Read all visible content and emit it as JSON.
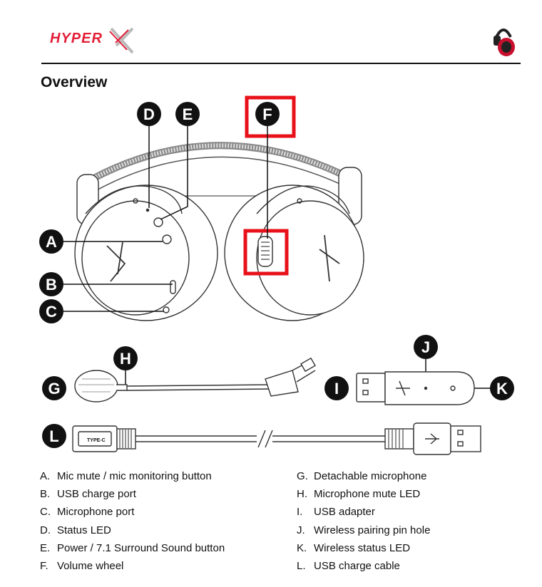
{
  "brand": {
    "logo_text": "HYPERX"
  },
  "page_title": "Overview",
  "callouts": {
    "a": "A",
    "b": "B",
    "c": "C",
    "d": "D",
    "e": "E",
    "f": "F",
    "g": "G",
    "h": "H",
    "i": "I",
    "j": "J",
    "k": "K",
    "l": "L"
  },
  "cable_label": "TYPE-C",
  "legend_left": [
    {
      "letter": "A.",
      "text": "Mic mute / mic monitoring button"
    },
    {
      "letter": "B.",
      "text": "USB charge port"
    },
    {
      "letter": "C.",
      "text": "Microphone port"
    },
    {
      "letter": "D.",
      "text": "Status LED"
    },
    {
      "letter": "E.",
      "text": "Power / 7.1 Surround Sound button"
    },
    {
      "letter": "F.",
      "text": "Volume wheel"
    }
  ],
  "legend_right": [
    {
      "letter": "G.",
      "text": "Detachable microphone"
    },
    {
      "letter": "H.",
      "text": "Microphone mute LED"
    },
    {
      "letter": "I.",
      "text": "USB adapter"
    },
    {
      "letter": "J.",
      "text": "Wireless pairing pin hole"
    },
    {
      "letter": "K.",
      "text": "Wireless status LED"
    },
    {
      "letter": "L.",
      "text": "USB charge cable"
    }
  ],
  "colors": {
    "brand_red": "#e31e38",
    "highlight_red": "#e8111a",
    "callout_fill": "#111111"
  }
}
